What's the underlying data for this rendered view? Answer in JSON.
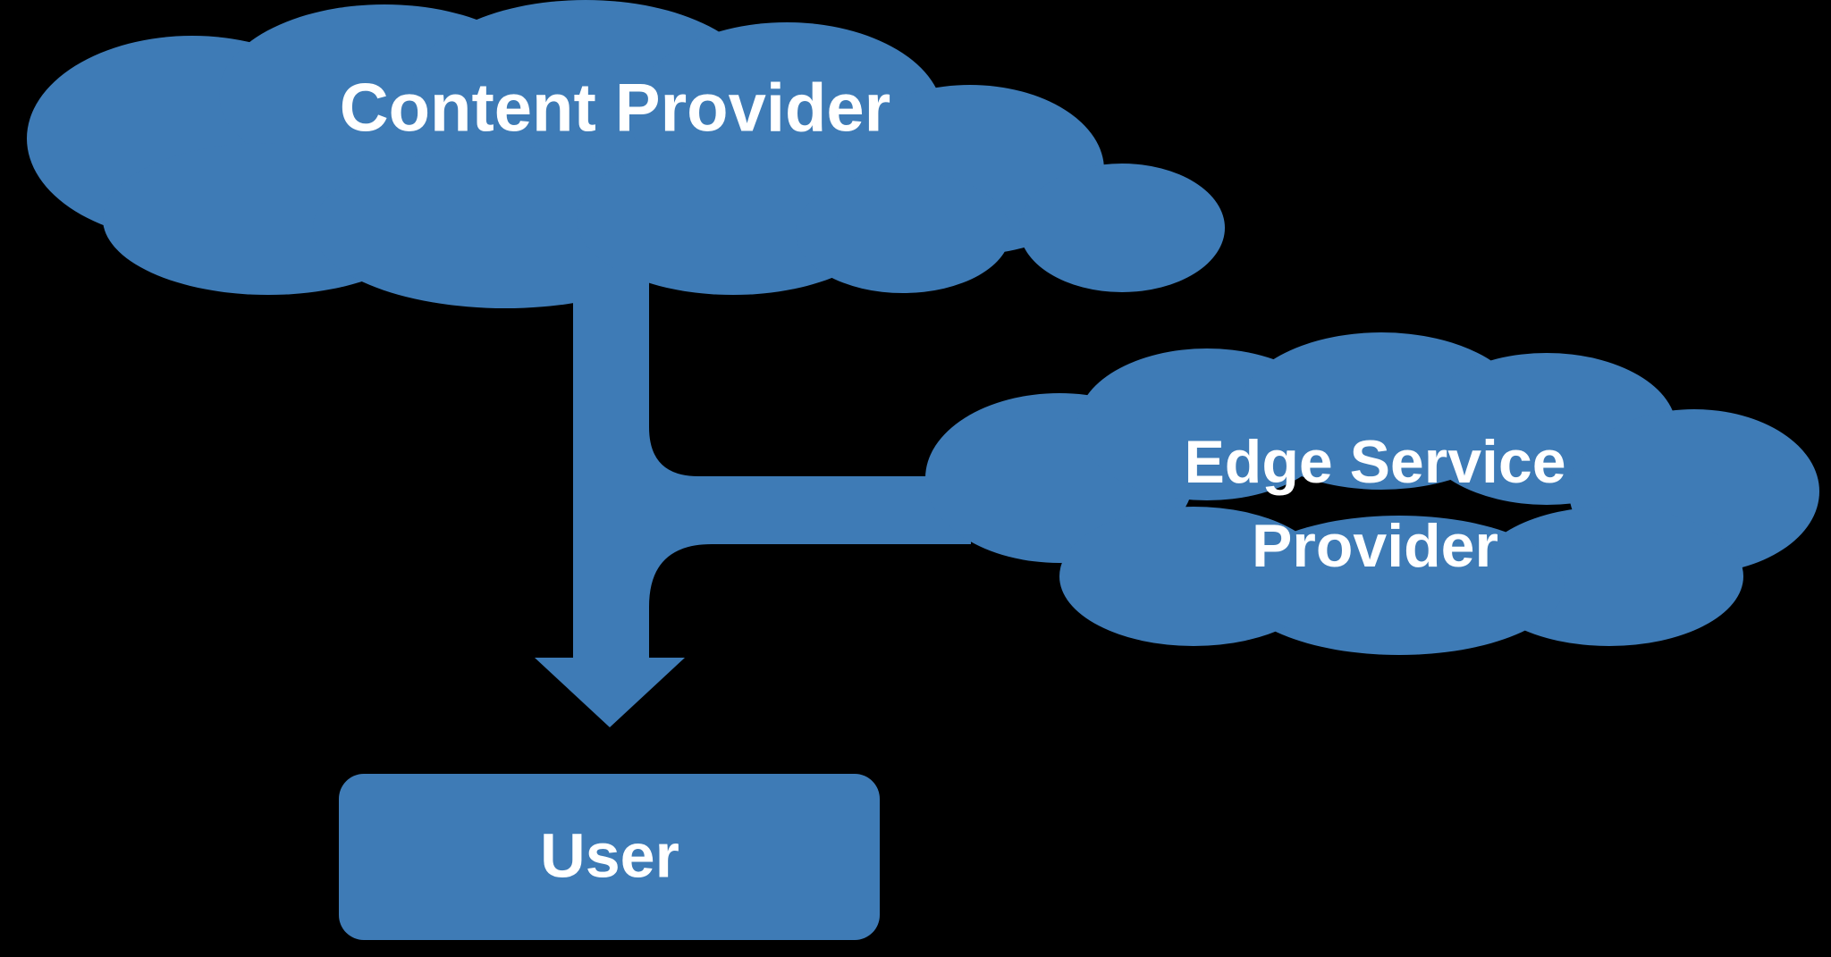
{
  "colors": {
    "background": "#000000",
    "shape": "#3E7BB6",
    "label_text": "#FFFFFF"
  },
  "nodes": {
    "content_provider": {
      "label": "Content Provider",
      "shape": "cloud"
    },
    "edge_service_provider": {
      "lines": [
        "Edge Service",
        "Provider"
      ],
      "shape": "cloud"
    },
    "user": {
      "label": "User",
      "shape": "rounded-rectangle"
    }
  },
  "connectors": {
    "content_to_user": {
      "type": "arrow",
      "direction": "down"
    },
    "edge_to_delivery_path": {
      "type": "elbow-join",
      "direction": "left-into-arrow"
    }
  }
}
